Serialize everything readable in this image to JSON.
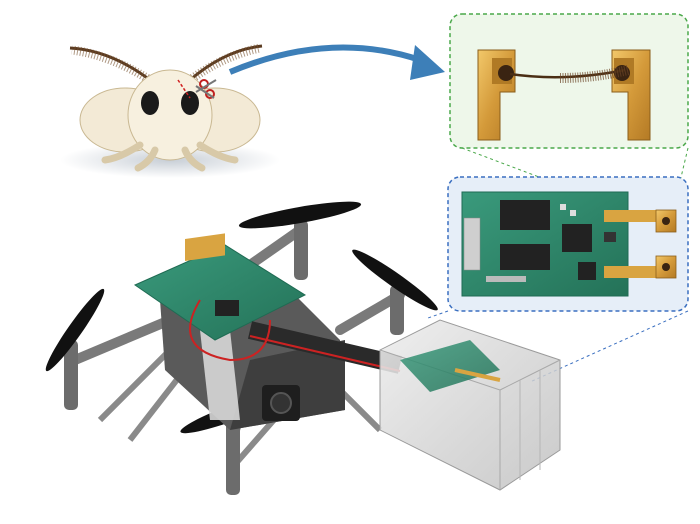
{
  "figure": {
    "description_text": "",
    "colors": {
      "moth_body": "#f3ead6",
      "moth_shade": "#d8c9a8",
      "antenna": "#5a3a20",
      "arrow": "#3d7fb8",
      "inset_green_border": "#4aa84a",
      "inset_green_fill": "#eef7ea",
      "inset_blue_border": "#3a6fc0",
      "inset_blue_fill": "#e6eef8",
      "pcb": "#2f8a6e",
      "pcb_dark": "#1f6b53",
      "chip": "#222222",
      "gold": "#d9a441",
      "drone_gray": "#4a4a4a",
      "drone_light": "#8a8a8a",
      "propeller": "#111111",
      "box_glass": "#d8d8d8",
      "wire_red": "#cc2222"
    },
    "elements": [
      {
        "id": "moth",
        "kind": "silk-moth",
        "icon": "moth-icon"
      },
      {
        "id": "scissors",
        "kind": "cutting",
        "icon": "scissors-icon"
      },
      {
        "id": "antenna-transfer-arrow",
        "icon": "curved-arrow-icon"
      },
      {
        "id": "electroantennogram-electrode",
        "icon": "electrode-icon"
      },
      {
        "id": "sensor-board",
        "icon": "circuit-board-icon"
      },
      {
        "id": "quadcopter",
        "icon": "drone-icon"
      },
      {
        "id": "flow-chamber",
        "icon": "chamber-icon"
      }
    ]
  }
}
